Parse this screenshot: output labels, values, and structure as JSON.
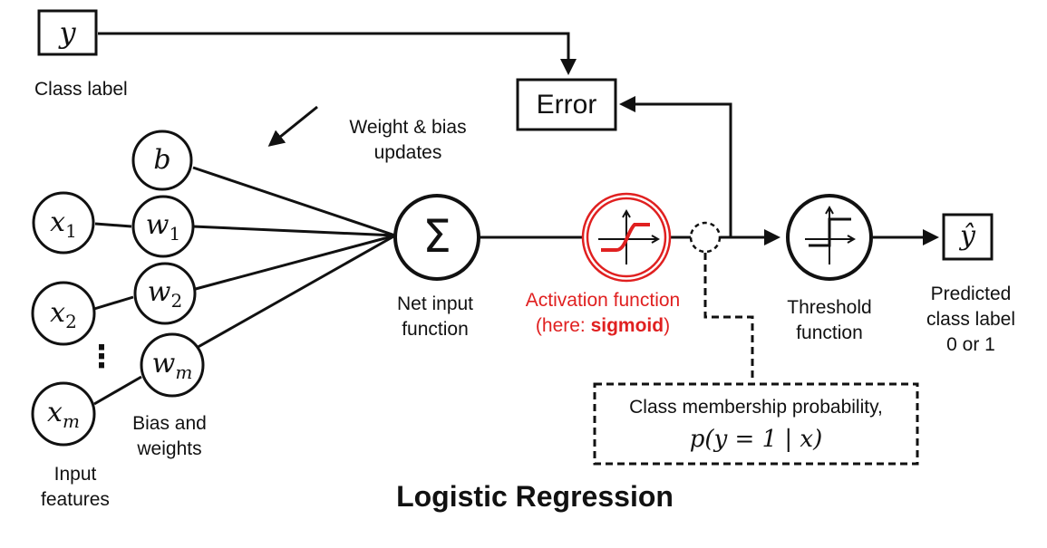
{
  "diagram": {
    "title": "Logistic Regression",
    "class_label": {
      "symbol": "y",
      "caption": "Class label"
    },
    "error": {
      "label": "Error"
    },
    "weight_update": {
      "line1": "Weight & bias",
      "line2": "updates"
    },
    "bias_node": {
      "symbol": "b"
    },
    "inputs": [
      {
        "base": "x",
        "sub": "1"
      },
      {
        "base": "x",
        "sub": "2"
      },
      {
        "base": "x",
        "sub": "m"
      }
    ],
    "weights": [
      {
        "base": "w",
        "sub": "1"
      },
      {
        "base": "w",
        "sub": "2"
      },
      {
        "base": "w",
        "sub": "m"
      }
    ],
    "ellipsis": "⋮",
    "input_caption": {
      "line1": "Input",
      "line2": "features"
    },
    "weights_caption": {
      "line1": "Bias and",
      "line2": "weights"
    },
    "net_input": {
      "symbol": "Σ",
      "line1": "Net input",
      "line2": "function"
    },
    "activation": {
      "line1": "Activation function",
      "line2_prefix": "(here: ",
      "line2_bold": "sigmoid",
      "line2_suffix": ")",
      "color": "#e02020"
    },
    "probability": {
      "line1": "Class membership probability,",
      "formula": "p(y = 1 | x)"
    },
    "threshold": {
      "line1": "Threshold",
      "line2": "function"
    },
    "prediction": {
      "symbol": "ŷ",
      "line1": "Predicted",
      "line2": "class label",
      "line3": "0 or 1"
    }
  }
}
